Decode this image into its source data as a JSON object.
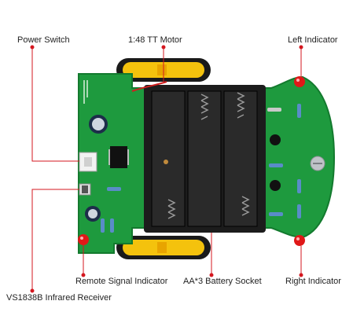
{
  "labels": {
    "power_switch": "Power Switch",
    "motor": "1:48 TT Motor",
    "left_indicator": "Left Indicator",
    "remote_indicator": "Remote Signal Indicator",
    "battery_socket": "AA*3 Battery Socket",
    "right_indicator": "Right Indicator",
    "ir_receiver": "VS1838B Infrared Receiver"
  },
  "colors": {
    "pcb": "#1e9a3e",
    "pcb_dark": "#137a2e",
    "wheel_tire": "#1a1a1a",
    "wheel_hub": "#f4c20d",
    "battery_holder": "#1c1c1c",
    "spring": "#9a9a9a",
    "led": "#e01818",
    "pointer": "#d4171f"
  }
}
